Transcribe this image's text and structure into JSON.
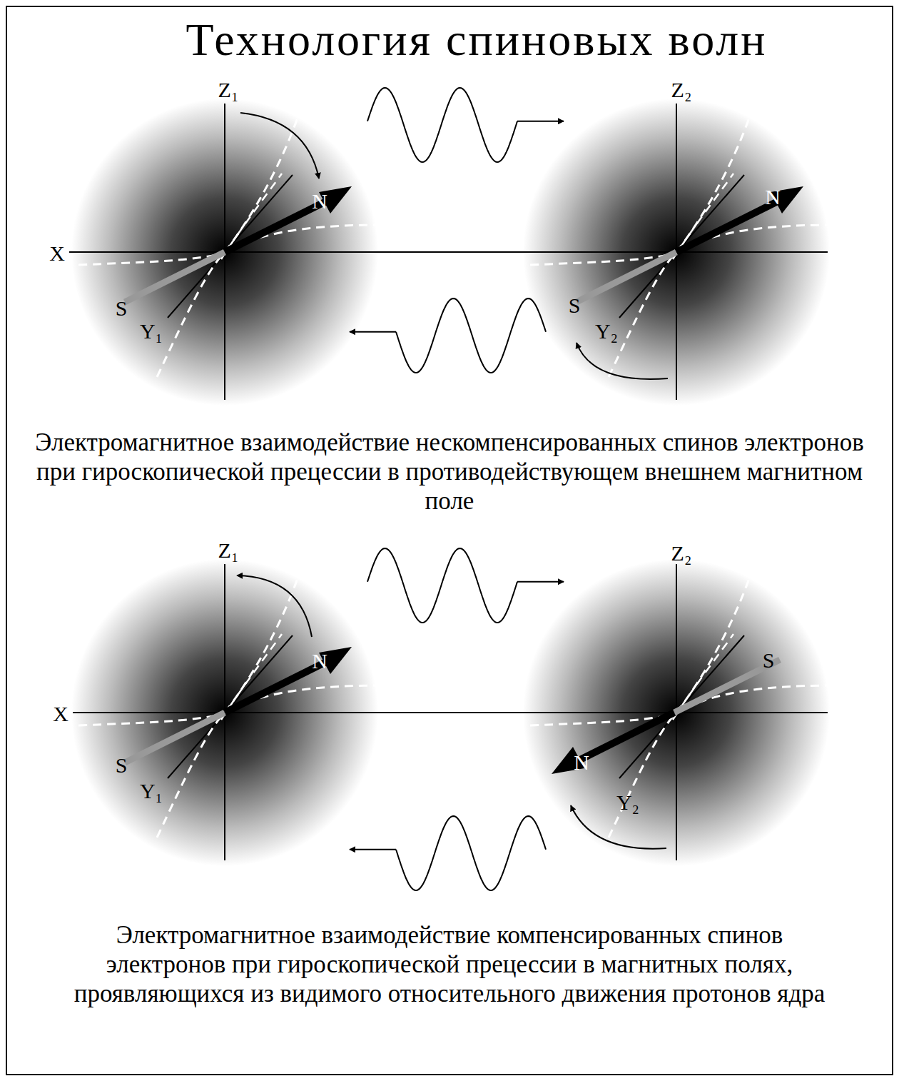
{
  "diagram": {
    "title": "Технология спиновых волн",
    "labels": [
      "Z₁",
      "X",
      "N",
      "S",
      "Y₁",
      "Z₂",
      "N",
      "S",
      "Y₂",
      "Электромагнитное взаимодействие нескомпенсированных спинов электронов при гироскопической прецессии в противодействующем внешнем магнитном поле",
      "Z₁",
      "X",
      "N",
      "S",
      "Y₁",
      "Z₂",
      "S",
      "N",
      "Y₂",
      "Электромагнитное взаимодействие компенсированных спинов электронов при гироскопической прецессии в магнитных полях, проявляющихся из видимого относительного движения протонов ядра"
    ]
  }
}
